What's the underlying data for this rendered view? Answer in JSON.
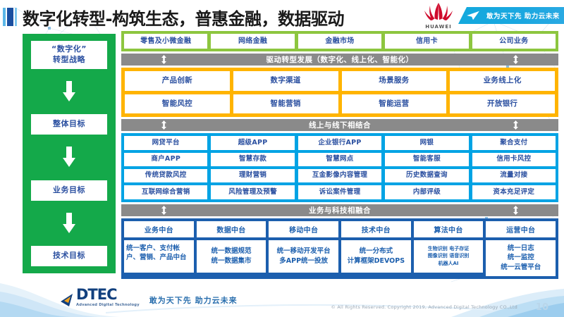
{
  "slide": {
    "title": "数字化转型-构筑生态，普惠金融，数据驱动",
    "brand": {
      "name": "HUAWEI",
      "logo_icon": "huawei-flower-logo"
    },
    "ribbon": {
      "text": "敢为天下先 助力云未来",
      "icon": "paper-plane-icon"
    },
    "colors": {
      "green": "#14a94a",
      "light_green": "#8dc63f",
      "orange": "#ffb400",
      "cyan": "#00a3e4",
      "navy": "#1c5fae",
      "gray": "#8a8a8a",
      "text_blue": "#2a4fa0"
    }
  },
  "strategy": {
    "items": [
      {
        "label": "“数字化”\n转型战略"
      },
      {
        "label": "整体目标"
      },
      {
        "label": "业务目标"
      },
      {
        "label": "技术目标"
      }
    ],
    "items_flat": [
      "“数字化”转型战略",
      "整体目标",
      "业务目标",
      "技术目标"
    ],
    "arrow_icon": "arrow-down-icon"
  },
  "business_lines": {
    "cells": [
      "零售及小微金融",
      "网络金融",
      "金融市场",
      "信用卡",
      "公司业务"
    ]
  },
  "connector_1": {
    "label": "驱动转型发展（数字化、线上化、智能化）",
    "icon": "double-arrow-vertical-icon"
  },
  "overall_goals": {
    "rows": [
      [
        "产品创新",
        "数字渠道",
        "场景服务",
        "业务线上化"
      ],
      [
        "智能风控",
        "智能营销",
        "智能运营",
        "开放银行"
      ]
    ]
  },
  "connector_2": {
    "label": "线上与线下相结合",
    "icon": "double-arrow-vertical-icon"
  },
  "business_goals": {
    "rows": [
      [
        "网贷平台",
        "超级APP",
        "企业银行APP",
        "网银",
        "聚合支付"
      ],
      [
        "商户APP",
        "智慧存款",
        "智慧网点",
        "智能客服",
        "信用卡风控"
      ],
      [
        "传统贷款风控",
        "理财营销",
        "互金影像内容管理",
        "历史数据查询",
        "流量对接"
      ],
      [
        "互联网综合营销",
        "风险管理及预警",
        "诉讼案件管理",
        "内部评级",
        "资本充足评定"
      ]
    ]
  },
  "connector_3": {
    "label": "业务与科技相融合",
    "icon": "double-arrow-vertical-icon"
  },
  "tech_goals": {
    "columns": [
      {
        "head": "业务中台",
        "body": "统一客户、支付帐户、营销、产品中台",
        "align": "left"
      },
      {
        "head": "数据中台",
        "body": "统一数据规范\n统一数据集市",
        "align": "center"
      },
      {
        "head": "移动中台",
        "body": "统一移动开发平台\n多APP统一投放",
        "align": "center"
      },
      {
        "head": "技术中台",
        "body": "统一分布式\n计算框架DEVOPS",
        "align": "center"
      },
      {
        "head": "算法中台",
        "body": "生物识别 电子存证\n图像识别 语音识别\n机器人AI",
        "align": "center",
        "tiny": true
      },
      {
        "head": "运营中台",
        "body": "统一日志\n统一监控\n统一云管平台",
        "align": "center"
      }
    ]
  },
  "footer": {
    "logo_word": "DTEC",
    "logo_sub": "Advanced Digital Technology",
    "logo_icon": "dtec-triangle-icon",
    "slogan": "敢为天下先   助力云未来",
    "copyright": "© All Rights Reserved. Copyright 2019, Advanced Digital Technology CO.,Ltd",
    "page_number": "10"
  }
}
